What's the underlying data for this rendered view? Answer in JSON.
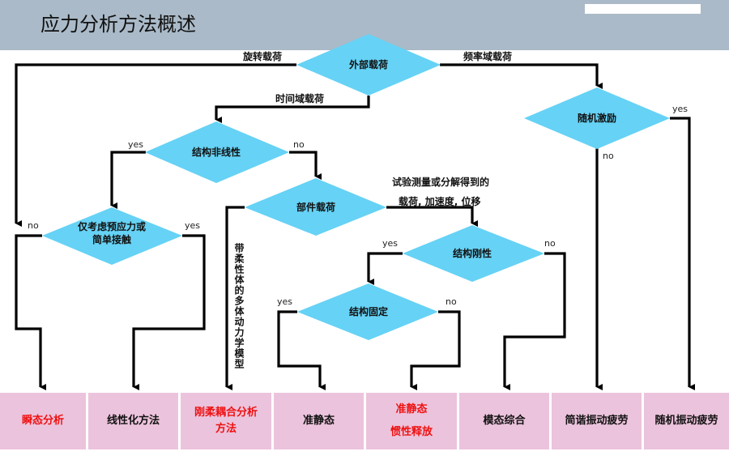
{
  "header": {
    "title": "应力分析方法概述"
  },
  "decisions": {
    "external_load": "外部载荷",
    "random_excitation": "随机激励",
    "structural_nonlinearity": "结构非线性",
    "prestress_line1": "仅考虑预应力或",
    "prestress_line2": "简单接触",
    "component_load": "部件载荷",
    "structural_stiffness": "结构刚性",
    "structural_fixed": "结构固定"
  },
  "edge_labels": {
    "rotating_load": "旋转载荷",
    "frequency_domain_load": "频率域载荷",
    "time_domain_load": "时间域载荷",
    "measured_line1": "试验测量或分解得到的",
    "measured_line2": "载荷, 加速度, 位移",
    "flexible_multibody": "带柔性体的多体动力学模型",
    "yes": "yes",
    "no": "no"
  },
  "methods": [
    {
      "label": "瞬态分析",
      "label2": "",
      "highlight": true
    },
    {
      "label": "线性化方法",
      "label2": "",
      "highlight": false
    },
    {
      "label": "刚柔耦合分析",
      "label2": "方法",
      "highlight": true
    },
    {
      "label": "准静态",
      "label2": "",
      "highlight": false
    },
    {
      "label": "准静态",
      "label2": "惯性释放",
      "highlight": true
    },
    {
      "label": "模态综合",
      "label2": "",
      "highlight": false
    },
    {
      "label": "简谐振动疲劳",
      "label2": "",
      "highlight": false
    },
    {
      "label": "随机振动疲劳",
      "label2": "",
      "highlight": false
    }
  ],
  "colors": {
    "header": "#aabac8",
    "diamond": "#66d2f5",
    "box": "#ecc3dc",
    "highlight_text": "#ee1111"
  }
}
